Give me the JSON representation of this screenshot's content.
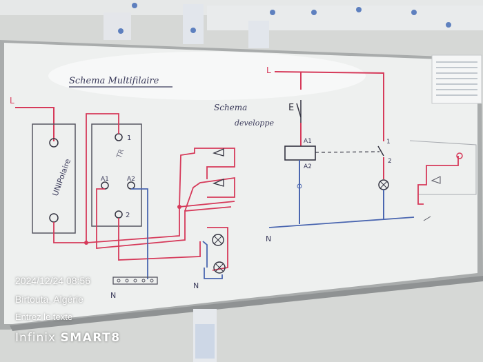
{
  "overlay": {
    "datetime": "2024/12/24 08:56",
    "location": "Birtouta, Algérie",
    "note": "Entrez le texte",
    "brand": "Infinix",
    "model": "SMART8"
  },
  "board": {
    "title_left": "Schema Multifilaire",
    "title_mid_1": "Schema",
    "title_mid_2": "developpe",
    "label_phase": "L",
    "label_neutral": "N",
    "unipolaire_label": "UNIPolaire",
    "telerupteur_label": "TR",
    "terminal_1": "1",
    "terminal_2": "2",
    "terminal_a1": "A1",
    "terminal_a2": "A2",
    "switch_label": "E"
  },
  "colors": {
    "red_wire": "#d63a5a",
    "blue_wire": "#4a66b0",
    "black_wire": "#333340",
    "board": "#eef0ef"
  }
}
